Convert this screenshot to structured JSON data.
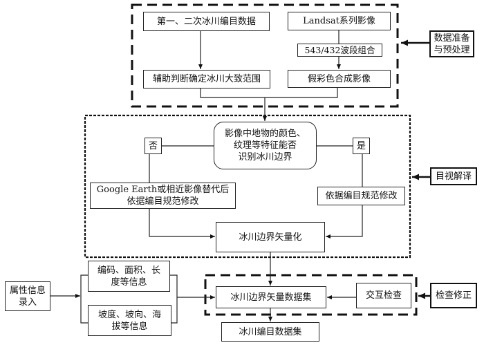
{
  "diagram": {
    "stages": {
      "prep": {
        "label": "数据准备\n与预处理"
      },
      "visual": {
        "label": "目视解译"
      },
      "check": {
        "label": "检查修正"
      }
    },
    "nodes": {
      "inventory_data": "第一、二次冰川编目数据",
      "landsat": "Landsat系列影像",
      "band_combo": "543/432波段组合",
      "aux_range": "辅助判断确定冰川大致范围",
      "false_color": "假彩色合成影像",
      "decision": "影像中地物的颜色、\n纹理等特征能否\n识别冰川边界",
      "no_label": "否",
      "yes_label": "是",
      "google_earth": "Google Earth或相近影像替代后\n依据编目规范修改",
      "modify_spec": "依据编目规范修改",
      "vectorize": "冰川边界矢量化",
      "attr_input": "属性信息\n录入",
      "attr_info1": "编码、面积、长\n度等信息",
      "attr_info2": "坡度、坡向、海\n拔等信息",
      "vector_dataset": "冰川边界矢量数据集",
      "cross_check": "交互检查",
      "catalog_dataset": "冰川编目数据集"
    },
    "edges": [
      {
        "from": "inventory_data",
        "to": "aux_range"
      },
      {
        "from": "landsat",
        "to": "band_combo"
      },
      {
        "from": "band_combo",
        "to": "false_color"
      },
      {
        "from": "aux_range",
        "to": "decision"
      },
      {
        "from": "false_color",
        "to": "decision"
      },
      {
        "from": "decision",
        "to": "no_label"
      },
      {
        "from": "decision",
        "to": "yes_label"
      },
      {
        "from": "no_label",
        "to": "google_earth"
      },
      {
        "from": "yes_label",
        "to": "modify_spec"
      },
      {
        "from": "google_earth",
        "to": "vectorize"
      },
      {
        "from": "modify_spec",
        "to": "vectorize"
      },
      {
        "from": "vectorize",
        "to": "vector_dataset"
      },
      {
        "from": "attr_input",
        "to": "attr_info1"
      },
      {
        "from": "attr_input",
        "to": "attr_info2"
      },
      {
        "from": "attr_info1",
        "to": "vector_dataset"
      },
      {
        "from": "attr_info2",
        "to": "vector_dataset"
      },
      {
        "from": "cross_check",
        "to": "vector_dataset"
      },
      {
        "from": "vector_dataset",
        "to": "catalog_dataset"
      },
      {
        "from": "prep",
        "to": "prep-frame"
      },
      {
        "from": "visual",
        "to": "visual-frame"
      },
      {
        "from": "check",
        "to": "check-frame"
      }
    ]
  }
}
